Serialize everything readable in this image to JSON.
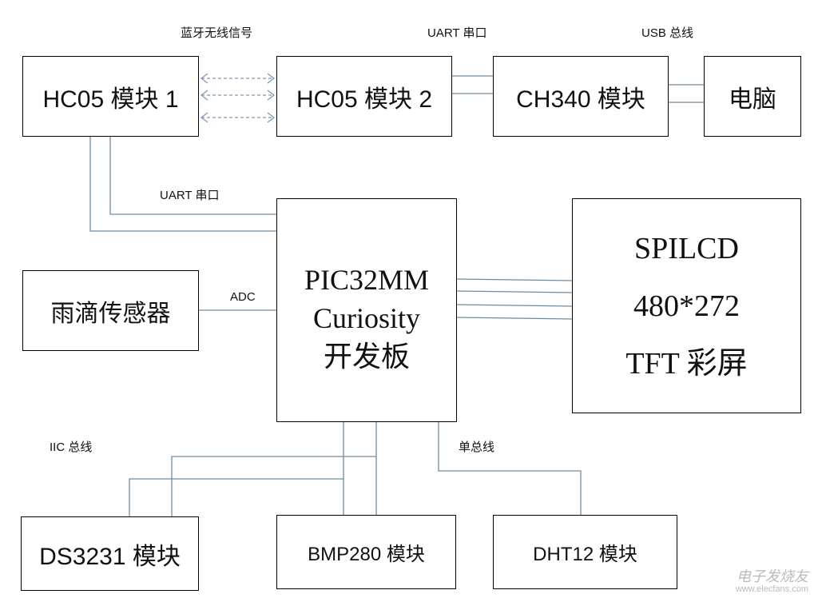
{
  "labels": {
    "bluetooth": "蓝牙无线信号",
    "uart_top": "UART 串口",
    "usb": "USB 总线",
    "uart_left": "UART 串口",
    "adc": "ADC",
    "iic": "IIC 总线",
    "single_bus": "单总线"
  },
  "boxes": {
    "hc05_1": "HC05 模块 1",
    "hc05_2": "HC05 模块 2",
    "ch340": "CH340 模块",
    "pc": "电脑",
    "pic_line1": "PIC32MM",
    "pic_line2": "Curiosity",
    "pic_line3": "开发板",
    "lcd_line1": "SPILCD",
    "lcd_line2": "480*272",
    "lcd_line3": "TFT 彩屏",
    "rain": "雨滴传感器",
    "ds3231": "DS3231 模块",
    "bmp280": "BMP280 模块",
    "dht12": "DHT12 模块"
  },
  "watermark": {
    "line1": "电子发烧友",
    "line2": "www.elecfans.com"
  }
}
